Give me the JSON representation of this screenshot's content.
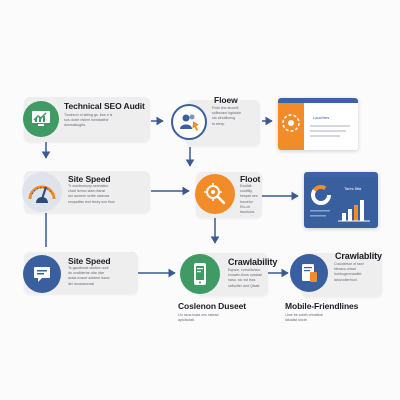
{
  "colors": {
    "green": "#3f9a63",
    "blue": "#3a5f9e",
    "orange": "#f28c28",
    "arrow": "#3b5a90",
    "card": "#eeeeef"
  },
  "nodes": {
    "technical_seo_audit": {
      "title": "Technical SEO Audit",
      "body": "Tnsleson of sbling  gs. ilsw ri ls\nsos doxte rislerri hwntatsthe\ndosrsistiugrts.",
      "icon": "chart-monitor-icon"
    },
    "flow": {
      "title": "Floew",
      "body": "Flokt tinx alcoelil\nsclltnoaor kgtotale\nsto slreallonsg\nto elerp.",
      "icon": "users-cursor-icon"
    },
    "browser_top": {
      "label": "Lauchtes",
      "icon": "gear-target-icon"
    },
    "site_speed_gauge": {
      "title": "Site Speed",
      "body": "Tr osedsrosory-seshatioo\nchart ismoo stam-ttansi\nnsr aomem ocrtie osteoas\nsnopaitiss test texey son fiow",
      "icon": "speedometer-icon"
    },
    "float": {
      "title": "Floot",
      "body": "Exsllalt-coottlity\nhespat nex tosnelor\nEls-clr tiaurloiuc\ntuoscoldess",
      "icon": "gear-magnifier-icon"
    },
    "browser_mid": {
      "label": "Tarec fitia",
      "icon": "donut-bar-chart-icon"
    },
    "site_speed_chat": {
      "title": "Site Speed",
      "body": "Ts gsodbeda otsitive ooot\ndo ovalblerbe ofar clse\nacsla eoaoe sotdnm lsaoc\ndei dousceundal",
      "icon": "chat-monitor-icon"
    },
    "crawlability_mobile": {
      "title": "Crawlability",
      "body": "Equsle, corrolllonioo\ncnowtiv-fioos vpsstae\nnaso. stc xst tsss\ncsllsulter and Qtsatl.",
      "icon": "smartphone-icon"
    },
    "crawlability_right": {
      "title": "Crawlablity",
      "body": "Cocodietoe of tawl\nkteraco-mlaat\nlorekogsmnaaflet\nlatovodlertroct.",
      "icon": "document-phone-icon"
    },
    "coslenon_duseet": {
      "title": "Coslenon Duseet",
      "body": "Lfo ssus tosta oes sstead\napiolsolab."
    },
    "mobile_friendlines": {
      "title": "Mobile-Friendlines",
      "body": "Lbse be sdoth ohnatlosl\nlatoallst toicte."
    }
  }
}
